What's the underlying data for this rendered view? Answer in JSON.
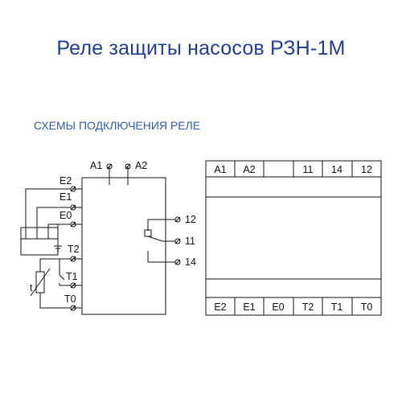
{
  "title": "Реле защиты насосов РЗН-1М",
  "subtitle": "СХЕМЫ ПОДКЛЮЧЕНИЯ РЕЛЕ",
  "colors": {
    "title": "#1f3f93",
    "subtitle": "#2c5cb4",
    "line": "#111111"
  },
  "schematic": {
    "supply_left": "A1",
    "supply_right": "A2",
    "left_terminals": [
      "E2",
      "E1",
      "E0",
      "T2",
      "T1",
      "T0"
    ],
    "right_terminals": [
      "12",
      "11",
      "14"
    ],
    "sensor_label": "t"
  },
  "relay_front": {
    "top_terminals": [
      "A1",
      "A2",
      "",
      "11",
      "14",
      "12"
    ],
    "bottom_terminals": [
      "E2",
      "E1",
      "E0",
      "T2",
      "T1",
      "T0"
    ]
  }
}
